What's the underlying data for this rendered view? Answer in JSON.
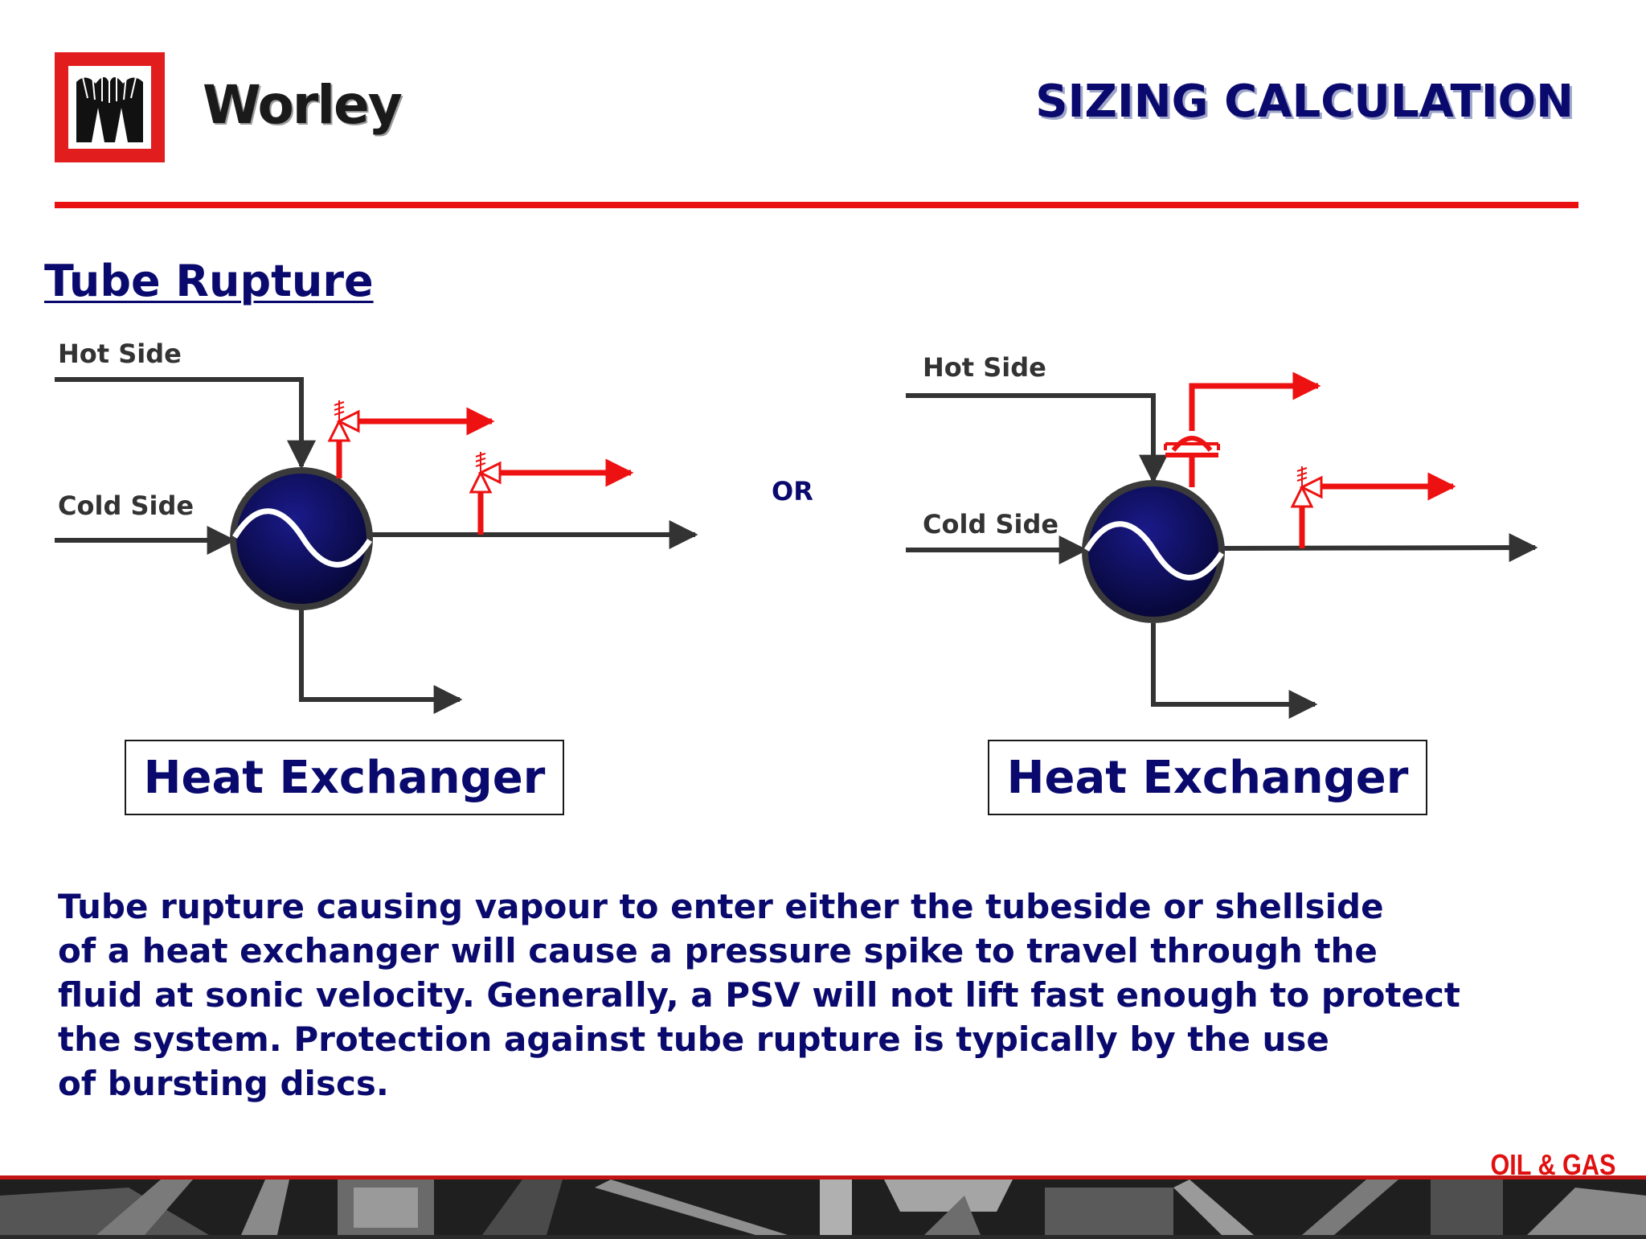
{
  "header": {
    "brand": "Worley",
    "title": "SIZING CALCULATION"
  },
  "section": {
    "title": "Tube Rupture"
  },
  "diagram": {
    "left": {
      "hot_side_label": "Hot Side",
      "cold_side_label": "Cold Side",
      "caption": "Heat Exchanger"
    },
    "separator": "OR",
    "right": {
      "hot_side_label": "Hot Side",
      "cold_side_label": "Cold Side",
      "caption": "Heat Exchanger"
    }
  },
  "description": "Tube rupture causing vapour to enter either the tubeside or shellside\nof a heat exchanger will cause a pressure spike to travel through the\nfluid at sonic velocity.  Generally, a PSV will not lift fast enough to protect\nthe system.  Protection against tube rupture is typically by the use\nof bursting discs.",
  "footer": {
    "label": "OIL & GAS"
  },
  "colors": {
    "heading_navy": "#0a0a6e",
    "accent_red": "#e81010",
    "exchanger_fill": "#0a0a5a",
    "line_gray": "#333333"
  }
}
